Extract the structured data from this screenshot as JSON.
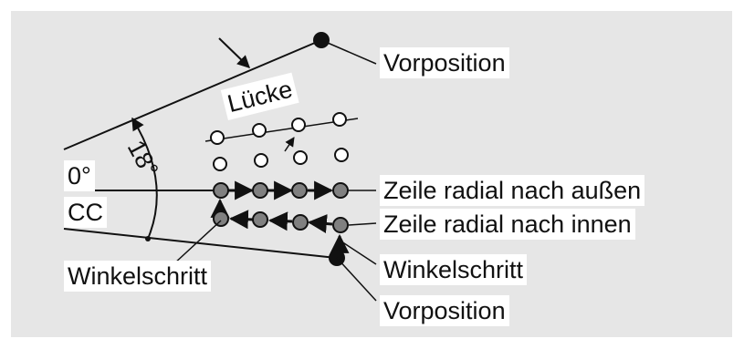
{
  "labels": {
    "vorposition_top": "Vorposition",
    "luecke": "Lücke",
    "angle": "18°",
    "zero_degree": "0°",
    "cc": "CC",
    "zeile_aussen": "Zeile radial nach außen",
    "zeile_innen": "Zeile radial nach innen",
    "winkelschritt_left": "Winkelschritt",
    "winkelschritt_right": "Winkelschritt",
    "vorposition_bottom": "Vorposition"
  },
  "colors": {
    "background": "#e6e6e6",
    "label_bg": "#ffffff",
    "line": "#111111",
    "hole_fill": "#808080",
    "empty_hole": "#ffffff",
    "pre_position": "#111111"
  },
  "grid": {
    "gap_rows": 2,
    "drilled_rows": 2,
    "columns": 4
  }
}
